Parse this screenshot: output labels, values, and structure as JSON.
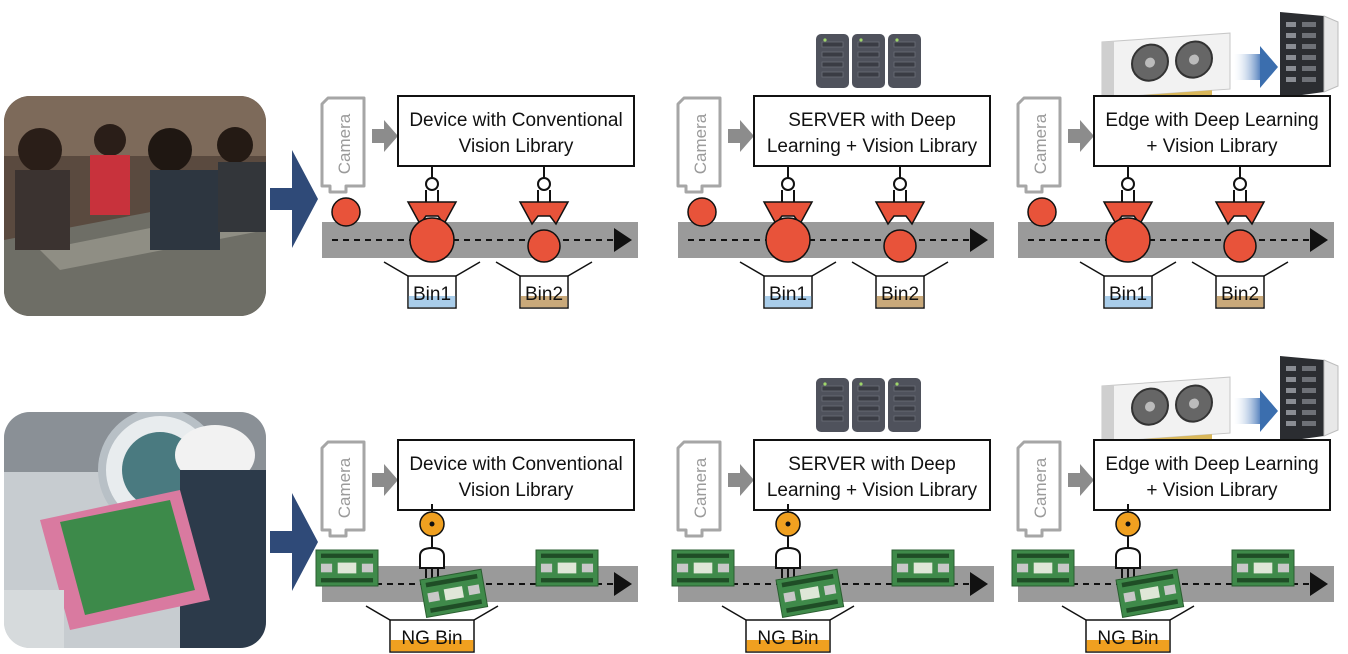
{
  "rows": [
    {
      "scenario": "sorting",
      "panels": [
        {
          "camera_label": "Camera",
          "box_line1": "Device with Conventional",
          "box_line2": "Vision Library",
          "bins": [
            "Bin1",
            "Bin2"
          ],
          "extra_icon": "none"
        },
        {
          "camera_label": "Camera",
          "box_line1": "SERVER with Deep",
          "box_line2": "Learning + Vision Library",
          "bins": [
            "Bin1",
            "Bin2"
          ],
          "extra_icon": "server-rack-icon"
        },
        {
          "camera_label": "Camera",
          "box_line1": "Edge with Deep Learning",
          "box_line2": "+ Vision Library",
          "bins": [
            "Bin1",
            "Bin2"
          ],
          "extra_icon": "edge-device-icon"
        }
      ]
    },
    {
      "scenario": "inspection",
      "panels": [
        {
          "camera_label": "Camera",
          "box_line1": "Device with Conventional",
          "box_line2": "Vision Library",
          "bins": [
            "NG Bin"
          ],
          "extra_icon": "none"
        },
        {
          "camera_label": "Camera",
          "box_line1": "SERVER with Deep",
          "box_line2": "Learning + Vision Library",
          "bins": [
            "NG Bin"
          ],
          "extra_icon": "server-rack-icon"
        },
        {
          "camera_label": "Camera",
          "box_line1": "Edge with Deep Learning",
          "box_line2": "+ Vision Library",
          "bins": [
            "NG Bin"
          ],
          "extra_icon": "edge-device-icon"
        }
      ]
    }
  ],
  "colors": {
    "arrow": "#2f4a78",
    "conveyor": "#9a9a9a",
    "item": "#e8533a",
    "probe": "#f0a020",
    "bin1": "#a9cdea",
    "bin2": "#c9a97a",
    "ng_bin": "#f0a020"
  }
}
